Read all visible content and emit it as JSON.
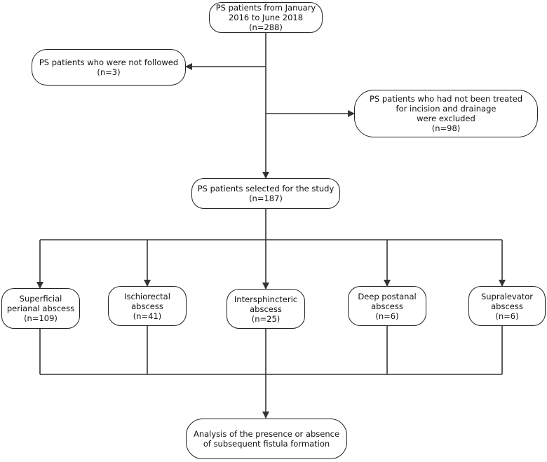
{
  "flowchart": {
    "nodes": {
      "start": {
        "lines": [
          "PS patients from January",
          "2016 to June 2018",
          "(n=288)"
        ]
      },
      "not_followed": {
        "lines": [
          "PS patients who were not followed",
          "(n=3)"
        ]
      },
      "excluded": {
        "lines": [
          "PS patients who had not been treated",
          "for incision and drainage",
          "were excluded",
          "(n=98)"
        ]
      },
      "selected": {
        "lines": [
          "PS patients selected for the study",
          "(n=187)"
        ]
      },
      "superficial": {
        "lines": [
          "Superficial",
          "perianal abscess",
          "(n=109)"
        ]
      },
      "ischiorectal": {
        "lines": [
          "Ischiorectal",
          "abscess",
          "(n=41)"
        ]
      },
      "intersphincteric": {
        "lines": [
          "Intersphincteric",
          "abscess",
          "(n=25)"
        ]
      },
      "deep_postanal": {
        "lines": [
          "Deep postanal",
          "abscess",
          "(n=6)"
        ]
      },
      "supralevator": {
        "lines": [
          "Supralevator",
          "abscess",
          "(n=6)"
        ]
      },
      "analysis": {
        "lines": [
          "Analysis of the presence or absence",
          "of subsequent fistula formation"
        ]
      }
    },
    "connector_color": "#333333",
    "border_color": "#222222"
  }
}
